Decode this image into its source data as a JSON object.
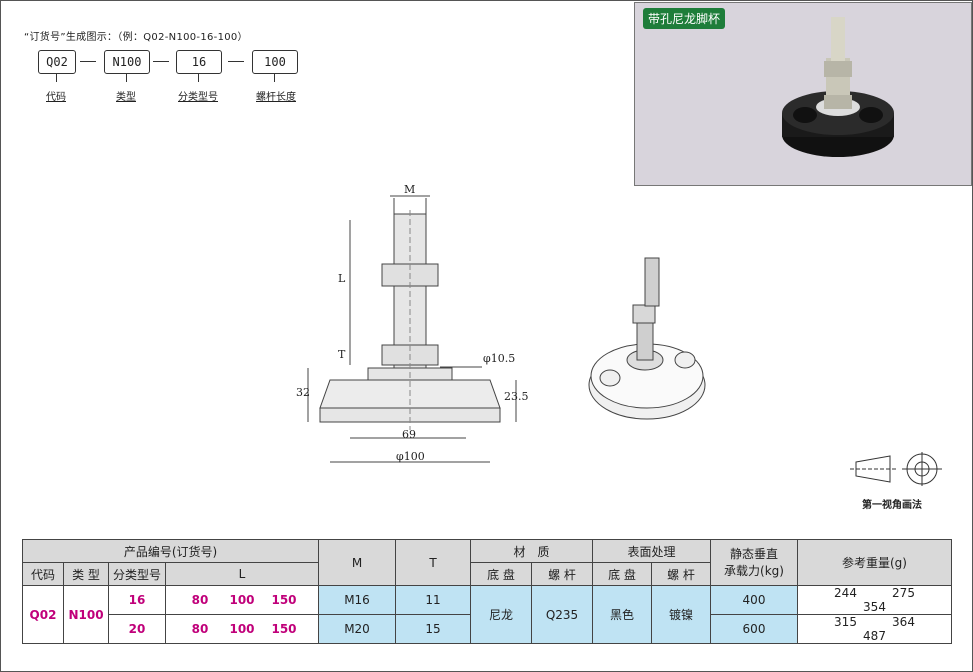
{
  "order": {
    "title": "“订货号”生成图示：（例：Q02-N100-16-100）",
    "boxes": [
      "Q02",
      "N100",
      "16",
      "100"
    ],
    "labels": [
      "代码",
      "类型",
      "分类型号",
      "螺杆长度"
    ]
  },
  "photo": {
    "badge": "带孔尼龙脚杯"
  },
  "drawing": {
    "M": "M",
    "L": "L",
    "T": "T",
    "d1": "φ10.5",
    "h1": "32",
    "h2": "23.5",
    "w1": "69",
    "d2": "φ100"
  },
  "projection_label": "第一视角画法",
  "table": {
    "head": {
      "product": "产品编号(订货号)",
      "code": "代码",
      "type": "类 型",
      "subtype": "分类型号",
      "L": "L",
      "M": "M",
      "T": "T",
      "material": "材　质",
      "base": "底 盘",
      "screw": "螺 杆",
      "surface": "表面处理",
      "base2": "底 盘",
      "screw2": "螺 杆",
      "load": "静态垂直\n承载力(kg)",
      "weight": "参考重量(g)"
    },
    "code": "Q02",
    "type": "N100",
    "rows": [
      {
        "sub": "16",
        "L": [
          "80",
          "100",
          "150"
        ],
        "M": "M16",
        "T": "11",
        "load": "400",
        "w": [
          "244",
          "275",
          "354"
        ]
      },
      {
        "sub": "20",
        "L": [
          "80",
          "100",
          "150"
        ],
        "M": "M20",
        "T": "15",
        "load": "600",
        "w": [
          "315",
          "364",
          "487"
        ]
      }
    ],
    "base_mat": "尼龙",
    "screw_mat": "Q235",
    "base_surf": "黑色",
    "screw_surf": "镀镍"
  },
  "colors": {
    "badge": "#1e7d3a",
    "header": "#d9d9d9",
    "cell_blue": "#bfe3f3",
    "accent": "#c0007a"
  }
}
